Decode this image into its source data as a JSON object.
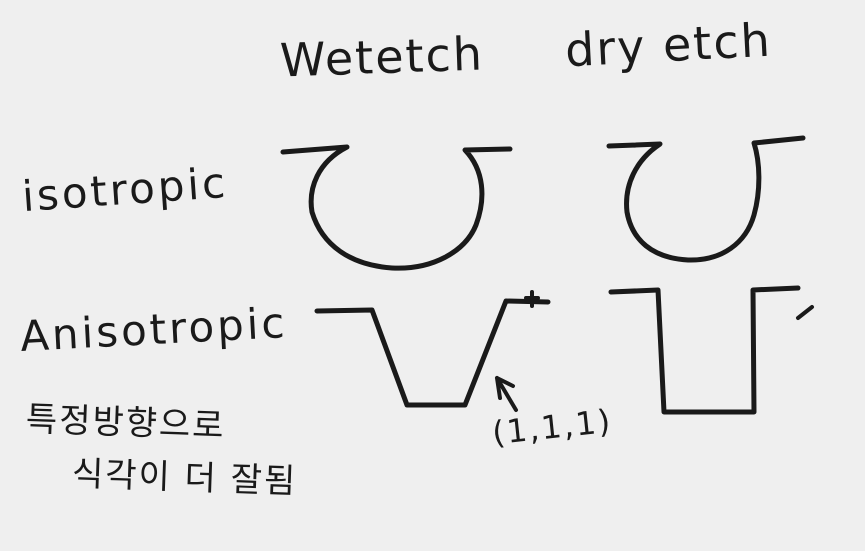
{
  "column_headers": {
    "wet_etch": "Wetetch",
    "dry_etch": "dry etch"
  },
  "row_labels": {
    "isotropic": "isotropic",
    "anisotropic": "Anisotropic"
  },
  "annotations": {
    "crystal_direction": "(1,1,1)",
    "korean_note_line1": "특정방향으로",
    "korean_note_line2": "식각이 더 잘됨"
  }
}
